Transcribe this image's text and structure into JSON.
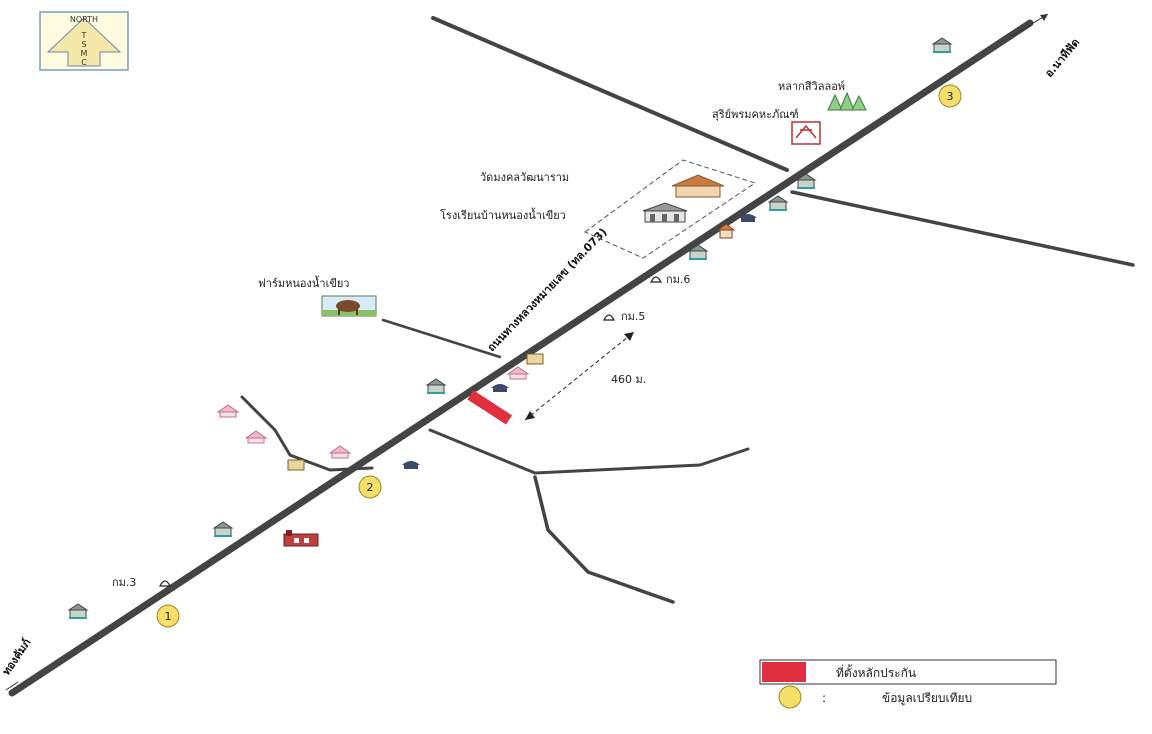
{
  "compass": {
    "title": "NORTH",
    "letters": [
      "T",
      "S",
      "M",
      "C"
    ]
  },
  "road": {
    "main_label": "ถนนทางหลวงหมายเลข (ทล.073)",
    "to_north": "อ.นาทีฟัด",
    "to_south": "ทองคัมภ์"
  },
  "places": {
    "temple": "วัดมงคลวัฒนาราม",
    "school": "โรงเรียนบ้านหนองน้ำเขียว",
    "farm": "ฟาร์มหนองน้ำเขียว",
    "forest": "หลากสีวิลลอพ์",
    "bank": "สุริย์พรมคหะภัณฑ์"
  },
  "km_markers": {
    "km3": "กม.3",
    "km5": "กม.5",
    "km6": "กม.6"
  },
  "distance": "460 ม.",
  "points": [
    "1",
    "2",
    "3"
  ],
  "legend": {
    "collateral": "ที่ตั้งหลักประกัน",
    "comparison": "ข้อมูลเปรียบเทียบ",
    "colon": ":"
  },
  "colors": {
    "road": "#444444",
    "collateral": "#e03040",
    "point": "#f3df6a",
    "point_stroke": "#a08a18"
  }
}
